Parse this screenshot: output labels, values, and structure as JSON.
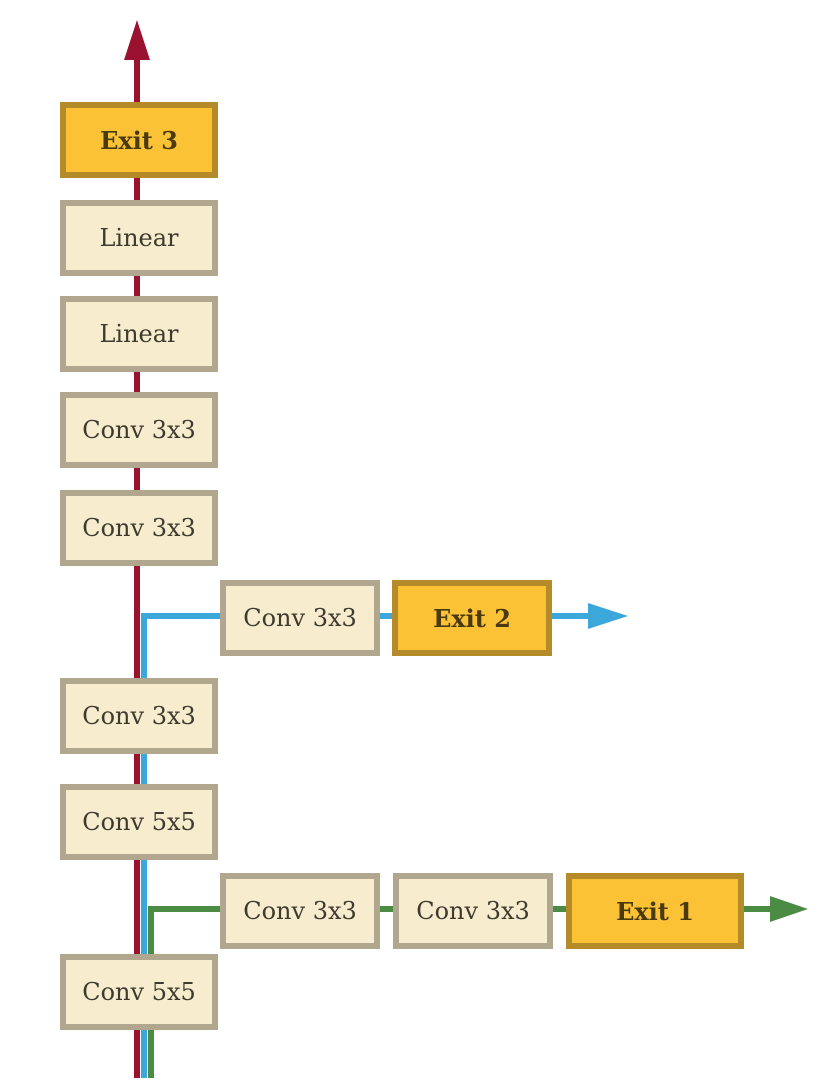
{
  "colors": {
    "main_path": "#9a1230",
    "branch_exit2": "#3ba7db",
    "branch_exit1": "#4b8b44",
    "layer_fill": "#f7edce",
    "layer_border": "#b1a68e",
    "exit_fill": "#fbc236",
    "exit_border": "#b58a28"
  },
  "main_column": {
    "exit": "Exit 3",
    "layers": [
      "Linear",
      "Linear",
      "Conv 3x3",
      "Conv 3x3",
      "Conv 3x3",
      "Conv 5x5",
      "Conv 5x5"
    ]
  },
  "branch_exit2": {
    "layers": [
      "Conv 3x3"
    ],
    "exit": "Exit 2"
  },
  "branch_exit1": {
    "layers": [
      "Conv 3x3",
      "Conv 3x3"
    ],
    "exit": "Exit 1"
  }
}
